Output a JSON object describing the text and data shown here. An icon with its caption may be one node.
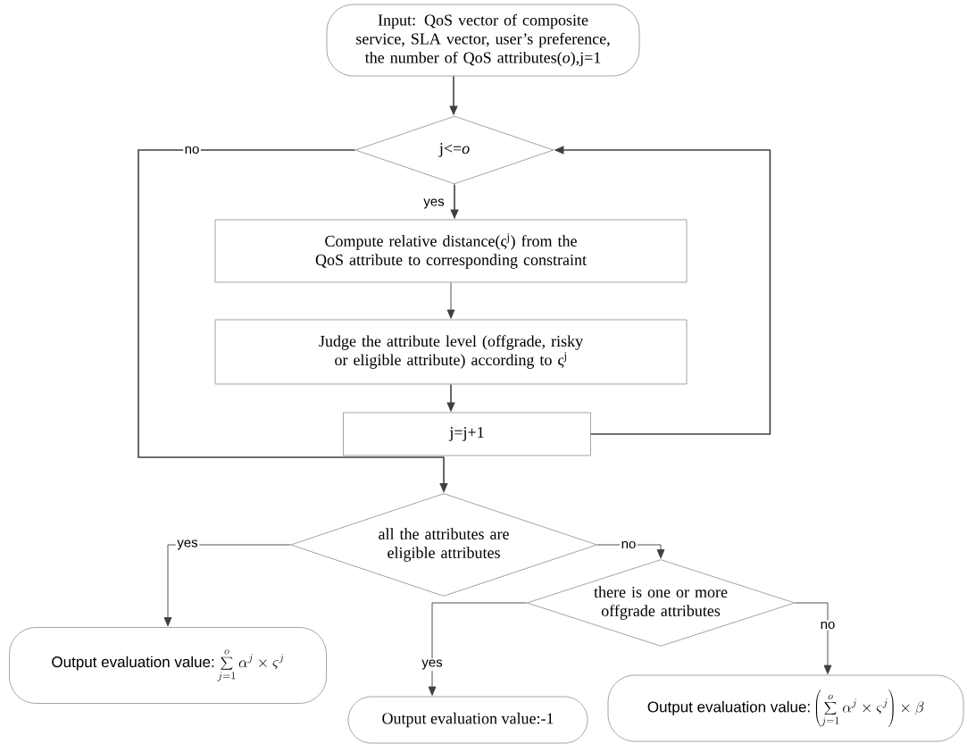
{
  "diagram": {
    "nodes": [
      {
        "text": [
          "Input: QoS vector of composite service, SLA vector, user’s preference, the number of QoS attributes(*o*),j=1"
        ]
      },
      {
        "text": [
          "j<=*o*"
        ]
      },
      {
        "text": [
          "Compute relative distance(ς$^{j}$) from the QoS attribute to corresponding constraint"
        ]
      },
      {
        "text": [
          "Judge the attribute level (offgrade, risky or eligible attribute) according to ς$^{j}$"
        ]
      },
      {
        "text": [
          "j=j+1"
        ]
      },
      {
        "text": [
          "all the attributes are eligible attributes"
        ]
      },
      {
        "text": [
          "there is one or more offgrade attributes"
        ]
      },
      {
        "text": [
          "Output evaluation value:",
          "\\sum_{j=1}^{o}\\alpha^{j}\\times\\varsigma^{j}"
        ]
      },
      {
        "text": [
          "Output evaluation value:-1"
        ]
      },
      {
        "text": [
          "Output evaluation value:",
          "\\left(\\sum_{j=1}^{o}\\alpha^{j}\\times\\varsigma^{j}\\right)\\times\\beta"
        ]
      }
    ],
    "edges": [
      {
        "from": 0,
        "to": 1,
        "arrow": "to"
      },
      {
        "from": 1,
        "to": 2,
        "arrow": "to",
        "label": "yes"
      },
      {
        "from": 2,
        "to": 3,
        "arrow": "to"
      },
      {
        "from": 3,
        "to": 4,
        "arrow": "to"
      },
      {
        "from": 4,
        "to": 1,
        "arrow": "to"
      },
      {
        "from": 1,
        "to": 5,
        "arrow": "to",
        "label": "no"
      },
      {
        "from": 5,
        "to": 7,
        "arrow": "to",
        "label": "yes"
      },
      {
        "from": 5,
        "to": 6,
        "arrow": "to",
        "label": "no"
      },
      {
        "from": 6,
        "to": 8,
        "arrow": "to",
        "label": "yes"
      },
      {
        "from": 6,
        "to": 9,
        "arrow": "to",
        "label": "no"
      }
    ]
  }
}
